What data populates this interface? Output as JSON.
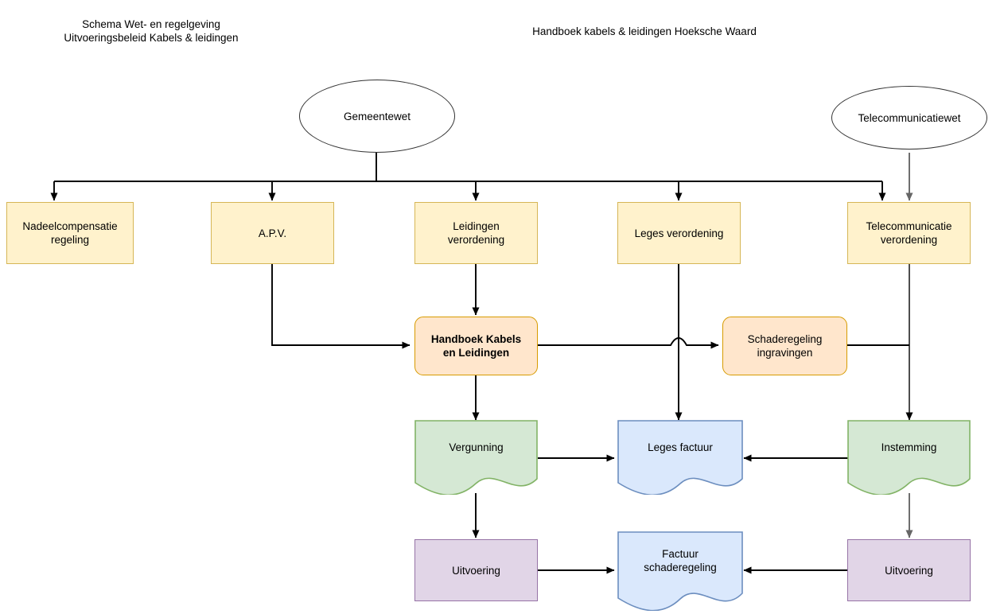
{
  "headers": {
    "left": "Schema Wet- en regelgeving\nUitvoeringsbeleid Kabels & leidingen",
    "right": "Handboek kabels & leidingen Hoeksche Waard"
  },
  "palette": {
    "yellow_fill": "#fff2cc",
    "yellow_stroke": "#d6b656",
    "orange_fill": "#ffe6cc",
    "orange_stroke": "#d79b00",
    "green_fill": "#d5e8d4",
    "green_stroke": "#82b366",
    "blue_fill": "#dae8fc",
    "blue_stroke": "#6c8ebf",
    "purple_fill": "#e1d5e7",
    "purple_stroke": "#9673a6",
    "ellipse_stroke": "#333333",
    "connector": "#000000",
    "connector_grey": "#666666",
    "text": "#000000",
    "background": "#ffffff"
  },
  "nodes": {
    "gemeentewet": {
      "label": "Gemeentewet",
      "shape": "ellipse"
    },
    "telecommunicatiewet": {
      "label": "Telecommunicatiewet",
      "shape": "ellipse"
    },
    "nadeelcompensatie": {
      "label": "Nadeelcompensatie\nregeling",
      "shape": "rectangle"
    },
    "apv": {
      "label": "A.P.V.",
      "shape": "rectangle"
    },
    "leidingen_vero": {
      "label": "Leidingen\nverordening",
      "shape": "rectangle"
    },
    "leges_vero": {
      "label": "Leges verordening",
      "shape": "rectangle"
    },
    "telecom_vero": {
      "label": "Telecommunicatie\nverordening",
      "shape": "rectangle"
    },
    "handboek": {
      "label": "Handboek Kabels\nen Leidingen",
      "shape": "rounded-rectangle"
    },
    "schaderegeling": {
      "label": "Schaderegeling\ningravingen",
      "shape": "rounded-rectangle"
    },
    "vergunning": {
      "label": "Vergunning",
      "shape": "document"
    },
    "leges_factuur": {
      "label": "Leges factuur",
      "shape": "document"
    },
    "instemming": {
      "label": "Instemming",
      "shape": "document"
    },
    "uitvoering_links": {
      "label": "Uitvoering",
      "shape": "rectangle"
    },
    "factuur_schade": {
      "label": "Factuur\nschaderegeling",
      "shape": "document"
    },
    "uitvoering_rechts": {
      "label": "Uitvoering",
      "shape": "rectangle"
    }
  },
  "edges": [
    {
      "from": "gemeentewet",
      "to": "nadeelcompensatie"
    },
    {
      "from": "gemeentewet",
      "to": "apv"
    },
    {
      "from": "gemeentewet",
      "to": "leidingen_vero"
    },
    {
      "from": "gemeentewet",
      "to": "leges_vero"
    },
    {
      "from": "gemeentewet",
      "to": "telecom_vero"
    },
    {
      "from": "telecommunicatiewet",
      "to": "telecom_vero"
    },
    {
      "from": "apv",
      "to": "handboek"
    },
    {
      "from": "leidingen_vero",
      "to": "handboek"
    },
    {
      "from": "handboek",
      "to": "schaderegeling"
    },
    {
      "from": "handboek",
      "to": "vergunning"
    },
    {
      "from": "leges_vero",
      "to": "leges_factuur"
    },
    {
      "from": "telecom_vero",
      "to": "instemming"
    },
    {
      "from": "schaderegeling",
      "to": "instemming"
    },
    {
      "from": "vergunning",
      "to": "leges_factuur"
    },
    {
      "from": "instemming",
      "to": "leges_factuur"
    },
    {
      "from": "vergunning",
      "to": "uitvoering_links"
    },
    {
      "from": "instemming",
      "to": "uitvoering_rechts"
    },
    {
      "from": "uitvoering_links",
      "to": "factuur_schade"
    },
    {
      "from": "uitvoering_rechts",
      "to": "factuur_schade"
    }
  ]
}
